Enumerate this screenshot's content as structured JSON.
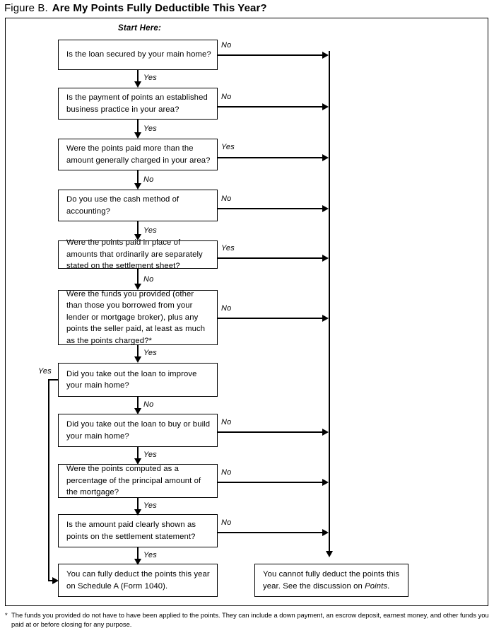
{
  "figure": {
    "label": "Figure B.",
    "title": "Are My Points Fully Deductible This Year?",
    "start_label": "Start Here:"
  },
  "labels": {
    "yes": "Yes",
    "no": "No"
  },
  "nodes": [
    {
      "id": "q1",
      "text": "Is the loan secured by your main home?"
    },
    {
      "id": "q2",
      "text": "Is the payment of points an established business practice in your area?"
    },
    {
      "id": "q3",
      "text": "Were the points paid more than the amount generally charged in your area?"
    },
    {
      "id": "q4",
      "text": "Do you use the cash method of accounting?"
    },
    {
      "id": "q5",
      "text": "Were the points paid in place of amounts that ordinarily are separately stated on the settlement sheet?"
    },
    {
      "id": "q6",
      "text": "Were the funds you provided (other than those you borrowed from your lender or mortgage broker), plus any points the seller paid, at least as much as the points charged?*"
    },
    {
      "id": "q7",
      "text": "Did you take out the loan to improve your main home?"
    },
    {
      "id": "q8",
      "text": "Did you take out the loan to buy or build your main home?"
    },
    {
      "id": "q9",
      "text": "Were the points computed as a percentage of the principal amount of the mortgage?"
    },
    {
      "id": "q10",
      "text": "Is the amount paid clearly shown as points on the settlement statement?"
    },
    {
      "id": "deductible",
      "text": "You can fully deduct the points this year on Schedule A (Form 1040)."
    },
    {
      "id": "not-deductible_a",
      "text": "You cannot fully deduct the points this year. See the discussion on "
    },
    {
      "id": "not-deductible_italic",
      "text": "Points"
    },
    {
      "id": "not-deductible_b",
      "text": "."
    }
  ],
  "edges": [
    {
      "from": "q1",
      "to": "not-deductible",
      "label": "No"
    },
    {
      "from": "q1",
      "to": "q2",
      "label": "Yes"
    },
    {
      "from": "q2",
      "to": "not-deductible",
      "label": "No"
    },
    {
      "from": "q2",
      "to": "q3",
      "label": "Yes"
    },
    {
      "from": "q3",
      "to": "not-deductible",
      "label": "Yes"
    },
    {
      "from": "q3",
      "to": "q4",
      "label": "No"
    },
    {
      "from": "q4",
      "to": "not-deductible",
      "label": "No"
    },
    {
      "from": "q4",
      "to": "q5",
      "label": "Yes"
    },
    {
      "from": "q5",
      "to": "not-deductible",
      "label": "Yes"
    },
    {
      "from": "q5",
      "to": "q6",
      "label": "No"
    },
    {
      "from": "q6",
      "to": "not-deductible",
      "label": "No"
    },
    {
      "from": "q6",
      "to": "q7",
      "label": "Yes"
    },
    {
      "from": "q7",
      "to": "deductible",
      "label": "Yes"
    },
    {
      "from": "q7",
      "to": "q8",
      "label": "No"
    },
    {
      "from": "q8",
      "to": "not-deductible",
      "label": "No"
    },
    {
      "from": "q8",
      "to": "q9",
      "label": "Yes"
    },
    {
      "from": "q9",
      "to": "not-deductible",
      "label": "No"
    },
    {
      "from": "q9",
      "to": "q10",
      "label": "Yes"
    },
    {
      "from": "q10",
      "to": "not-deductible",
      "label": "No"
    },
    {
      "from": "q10",
      "to": "deductible",
      "label": "Yes"
    }
  ],
  "footnote": {
    "marker": "*",
    "text": "The funds you provided do not have to have been applied to the points. They can include a down payment, an escrow deposit, earnest money, and other funds you paid at or before closing for any purpose."
  },
  "colors": {
    "ink": "#000000",
    "paper": "#ffffff"
  }
}
